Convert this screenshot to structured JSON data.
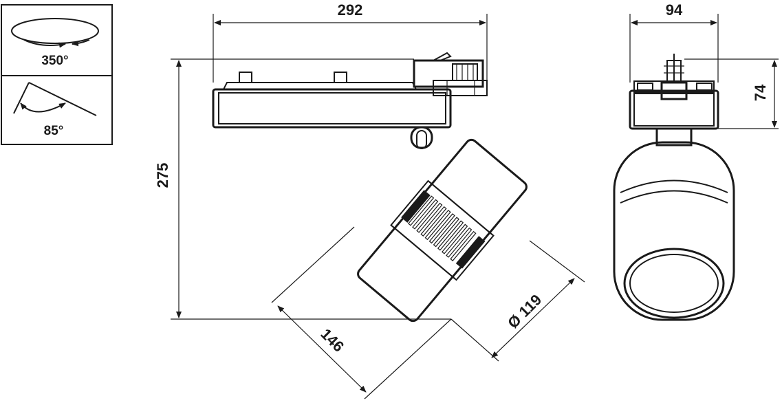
{
  "legend": {
    "rotation_label": "350°",
    "tilt_label": "85°"
  },
  "dimensions": {
    "width_label": "292",
    "height_label": "275",
    "depth_label": "146",
    "diameter_label": "Ø 119",
    "side_width_label": "94",
    "side_height_label": "74"
  },
  "colors": {
    "line": "#1a1a1a",
    "background": "#ffffff"
  }
}
